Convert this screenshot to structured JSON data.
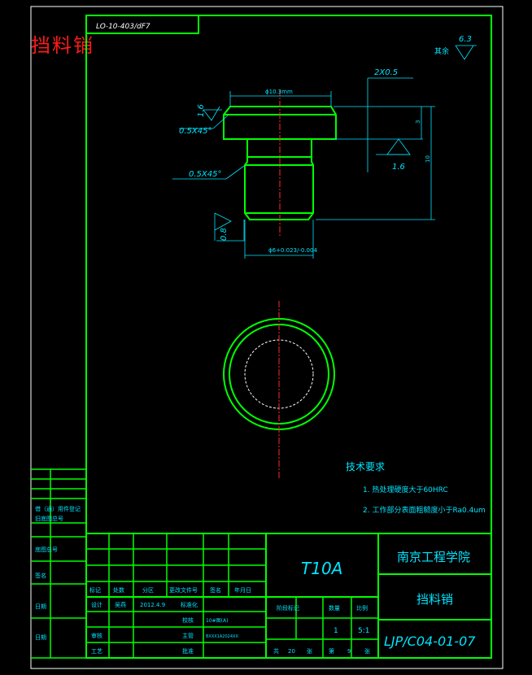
{
  "header": {
    "part_title": "挡料销",
    "code_box": "LO-10-403/dF7"
  },
  "roughness": {
    "remaining": "其余",
    "remaining_value": "6.3",
    "top_face": "1.6",
    "right_face": "1.6",
    "bottom_face": "0.8"
  },
  "dimensions": {
    "top_dia": "ϕ10.3mm",
    "chamfer_top": "0.5X45°",
    "chamfer_bottom": "0.5X45°",
    "chamfer_right": "2X0.5",
    "head_height": "3",
    "total_height": "10",
    "bottom_dia": "ϕ6+0.023/-0.004"
  },
  "notes": {
    "title": "技术要求",
    "items": [
      "1. 热处理硬度大于60HRC",
      "2. 工作部分表面粗糙度小于Ra0.4um"
    ]
  },
  "left_strip": {
    "labels": [
      "借（通）用件登记",
      "旧底图总号",
      "底图总号",
      "签名",
      "日期",
      "日期"
    ]
  },
  "title_block": {
    "material": "T10A",
    "school": "南京工程学院",
    "drawing_name": "挡料销",
    "drawing_no": "LJP/C04-01-07",
    "rev_headers": [
      "标记",
      "处数",
      "分区",
      "更改文件号",
      "签名",
      "年月日"
    ],
    "design_row": [
      "设计",
      "吴燕",
      "2012.4.9",
      "标准化"
    ],
    "check_row": [
      "审核"
    ],
    "process_row": [
      "工艺"
    ],
    "right_labels": [
      "校核",
      "主管",
      "批准"
    ],
    "right_values": [
      "10#图(A)",
      "BXXX1A2024XX"
    ],
    "stage_headers": [
      "阶段标记",
      "数量",
      "比例"
    ],
    "qty": "1",
    "scale": "5:1",
    "sheet_info": [
      "共",
      "20",
      "张",
      "第",
      "9",
      "张"
    ]
  }
}
